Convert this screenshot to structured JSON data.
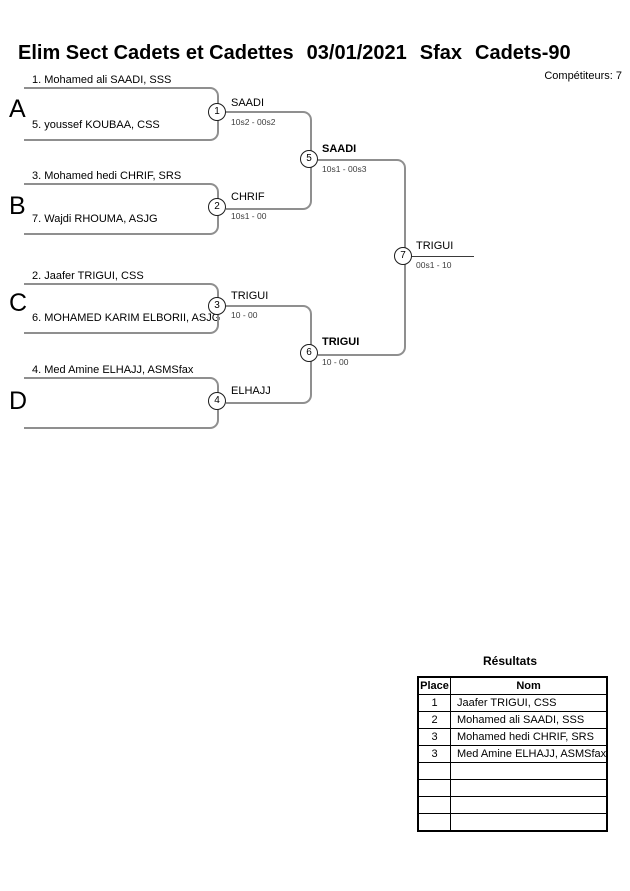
{
  "header": {
    "title_parts": [
      "Elim Sect Cadets et Cadettes",
      "03/01/2021",
      "Sfax",
      "Cadets-90"
    ],
    "competitors_label": "Compétiteurs: 7"
  },
  "bracket": {
    "pools": [
      {
        "letter": "A",
        "top_player": "1. Mohamed ali SAADI, SSS",
        "bottom_player": "5. youssef KOUBAA, CSS"
      },
      {
        "letter": "B",
        "top_player": "3. Mohamed hedi CHRIF, SRS",
        "bottom_player": "7. Wajdi RHOUMA, ASJG"
      },
      {
        "letter": "C",
        "top_player": "2. Jaafer TRIGUI, CSS",
        "bottom_player": "6. MOHAMED KARIM ELBORII, ASJG"
      },
      {
        "letter": "D",
        "top_player": "4. Med Amine ELHAJJ, ASMSfax",
        "bottom_player": ""
      }
    ],
    "matches": [
      {
        "number": "1",
        "winner": "SAADI",
        "score": "10s2 - 00s2"
      },
      {
        "number": "2",
        "winner": "CHRIF",
        "score": "10s1 - 00"
      },
      {
        "number": "3",
        "winner": "TRIGUI",
        "score": "10 - 00"
      },
      {
        "number": "4",
        "winner": "ELHAJJ",
        "score": ""
      },
      {
        "number": "5",
        "winner": "SAADI",
        "score": "10s1 - 00s3"
      },
      {
        "number": "6",
        "winner": "TRIGUI",
        "score": "10 - 00"
      },
      {
        "number": "7",
        "winner": "TRIGUI",
        "score": "00s1 - 10"
      }
    ]
  },
  "results": {
    "title": "Résultats",
    "columns": [
      "Place",
      "Nom"
    ],
    "rows": [
      {
        "place": "1",
        "name": "Jaafer TRIGUI, CSS"
      },
      {
        "place": "2",
        "name": "Mohamed ali SAADI, SSS"
      },
      {
        "place": "3",
        "name": "Mohamed hedi CHRIF, SRS"
      },
      {
        "place": "3",
        "name": "Med Amine ELHAJJ, ASMSfax"
      },
      {
        "place": "",
        "name": ""
      },
      {
        "place": "",
        "name": ""
      },
      {
        "place": "",
        "name": ""
      },
      {
        "place": "",
        "name": ""
      }
    ]
  },
  "colors": {
    "bracket_line_gray": "#8f8f8f",
    "score_text": "#3d3d3d",
    "table_border": "#000000"
  }
}
